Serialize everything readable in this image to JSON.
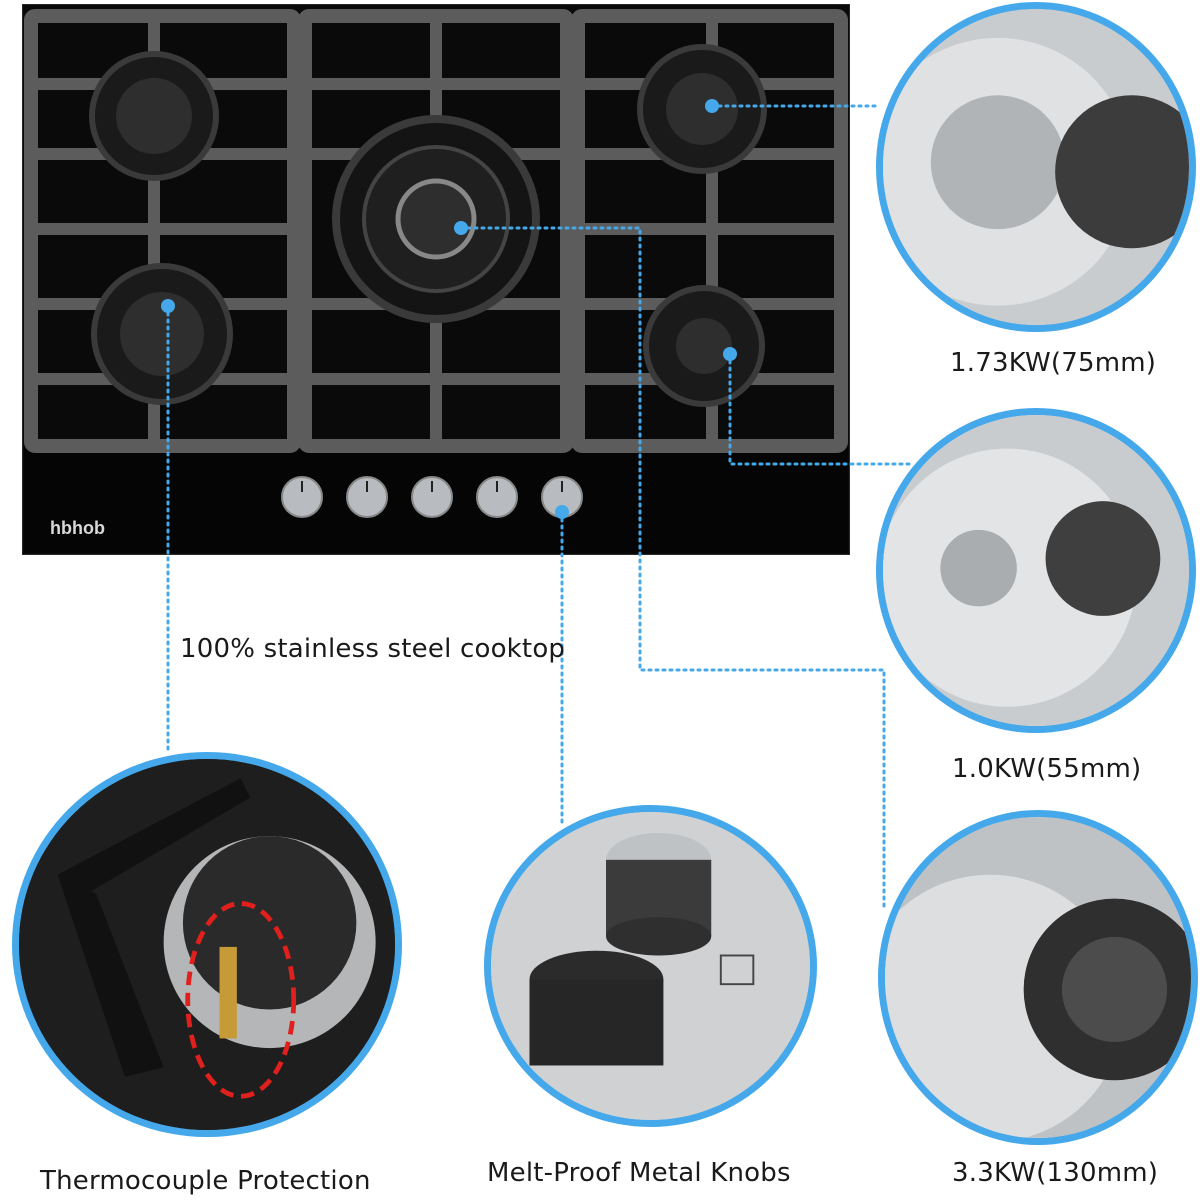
{
  "brand": "hbhob",
  "labels": {
    "cooktop": "100% stainless steel cooktop",
    "burner_small_top": "1.73KW(75mm)",
    "burner_small_bottom": "1.0KW(55mm)",
    "burner_large": "3.3KW(130mm)",
    "thermocouple": "Thermocouple Protection",
    "knobs": "Melt-Proof Metal Knobs"
  },
  "colors": {
    "accent": "#45a8ea",
    "highlight": "#e0201c",
    "cooktop": "#0b0b0b",
    "grate": "#5a5a5a"
  },
  "icons": {
    "knob": "knob-icon",
    "burner": "burner-icon",
    "flame": "flame-icon"
  }
}
